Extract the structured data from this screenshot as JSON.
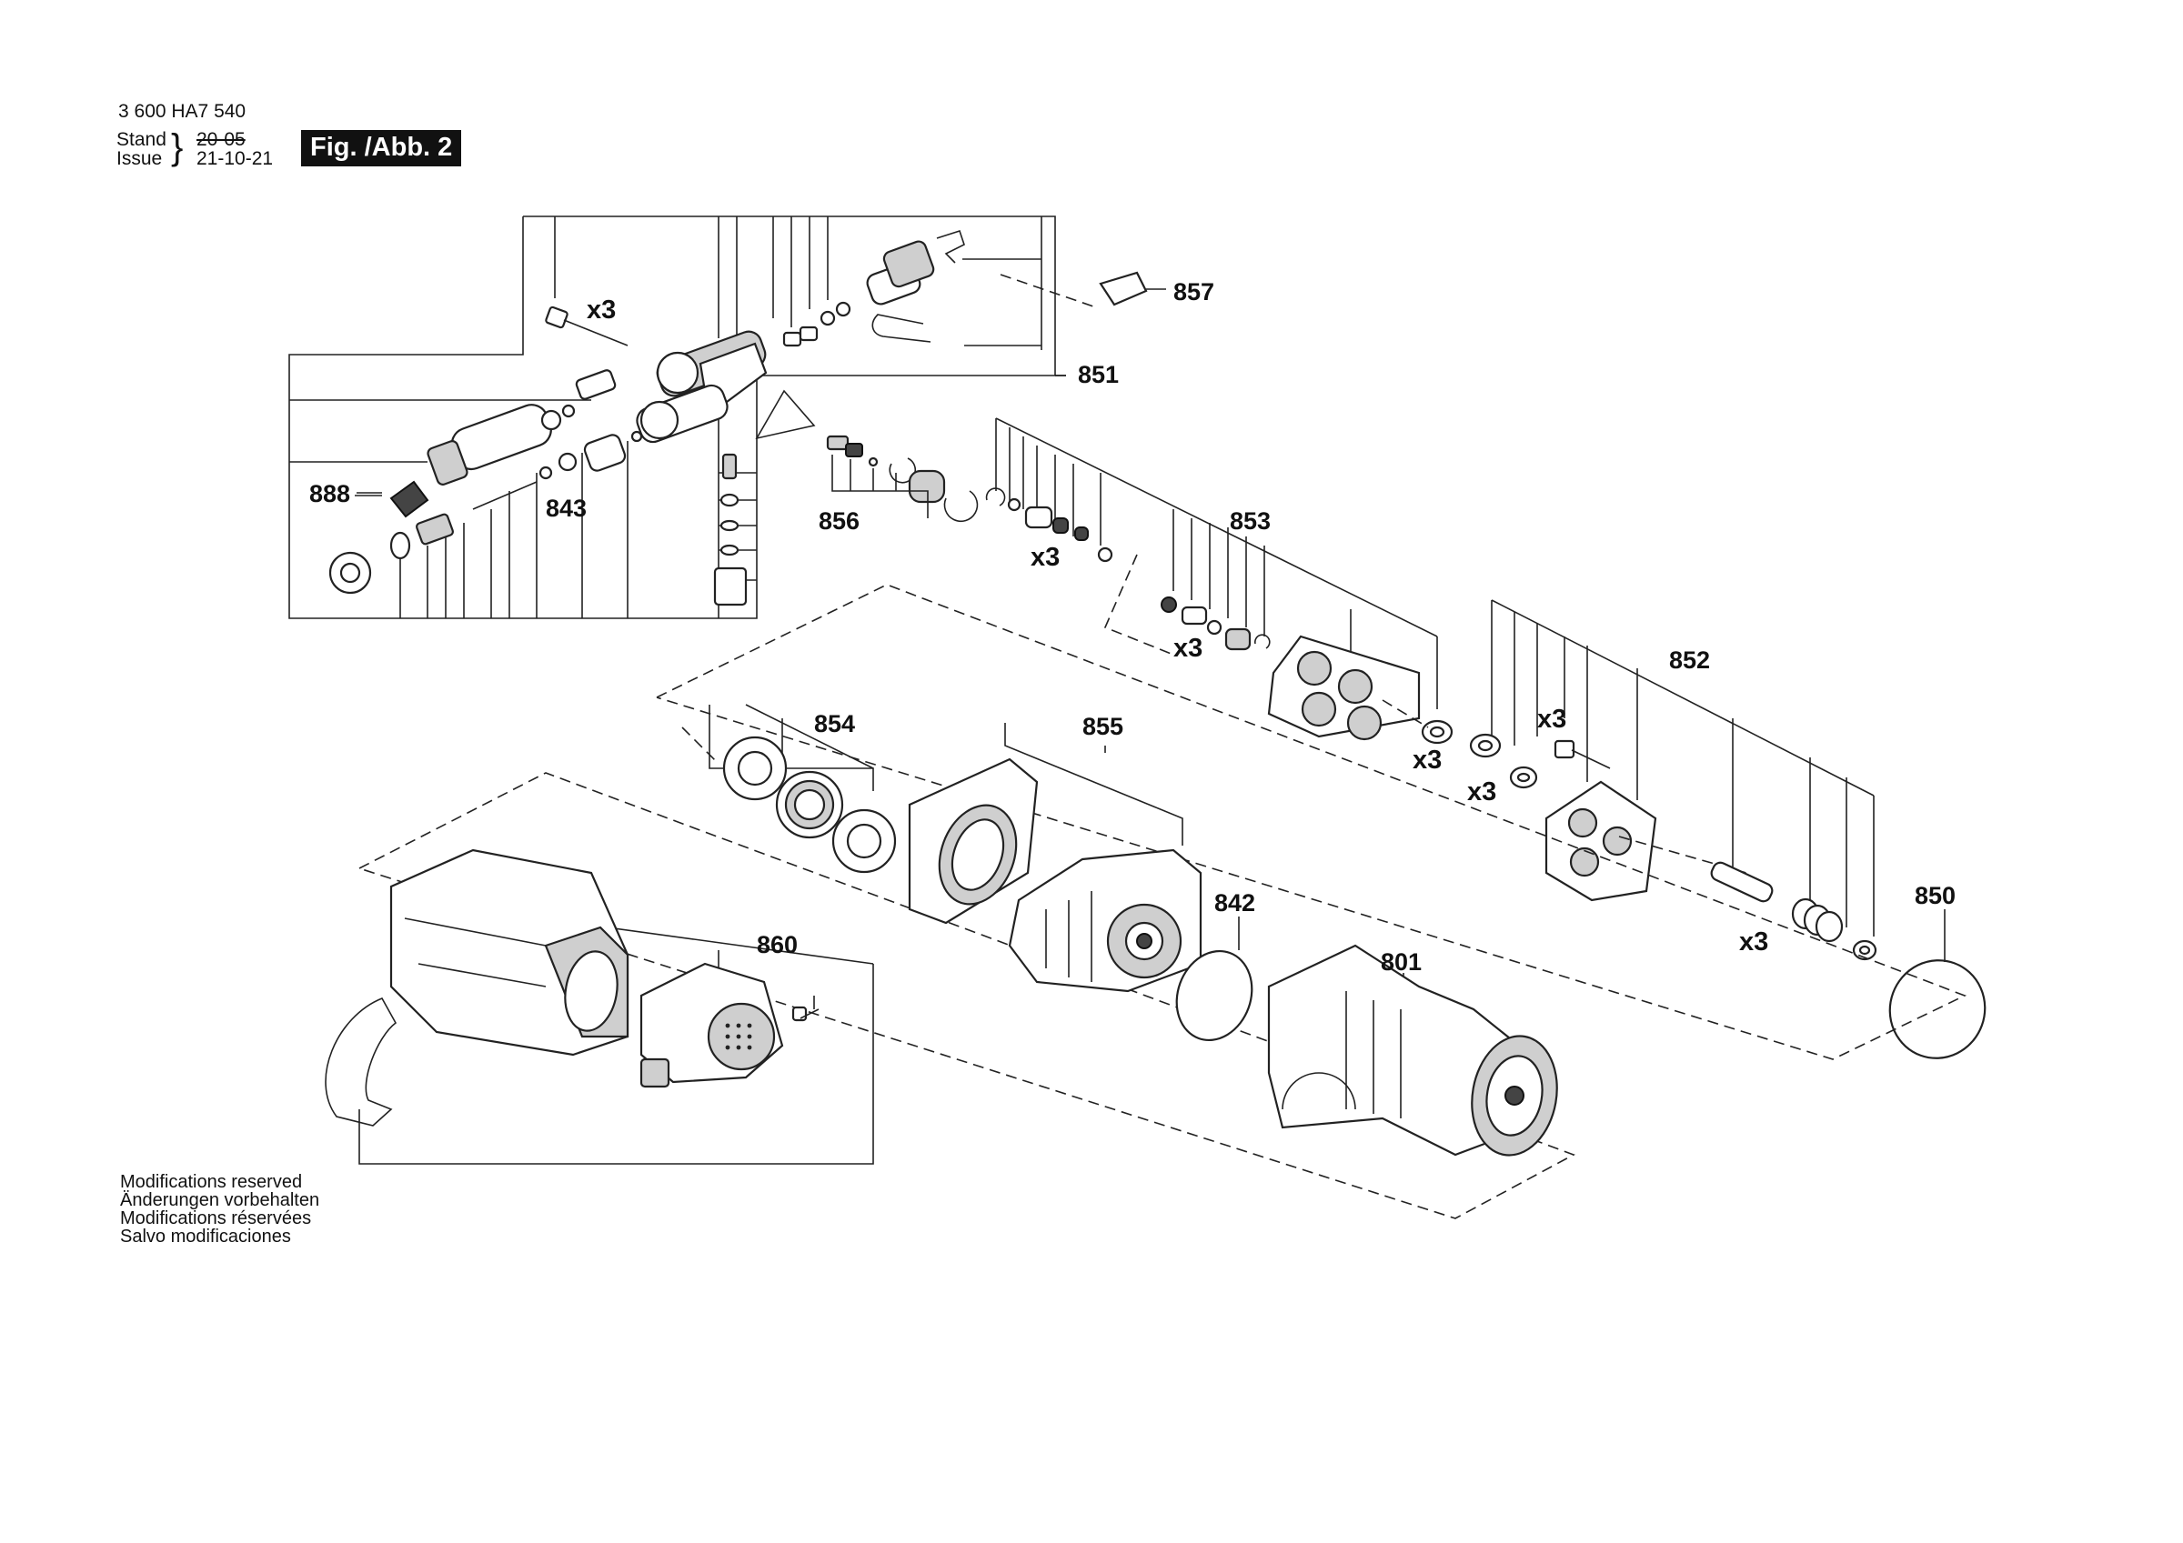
{
  "header": {
    "part_number": "3 600 HA7 540",
    "stand_label": "Stand",
    "issue_label": "Issue",
    "old_date": "20-05",
    "issue_date": "21-10-21",
    "figure_label": "Fig. /Abb. 2"
  },
  "callouts": {
    "c857": "857",
    "c851": "851",
    "c888": "888",
    "c843": "843",
    "c856": "856",
    "c853": "853",
    "c852": "852",
    "c854": "854",
    "c855": "855",
    "c860": "860",
    "c842": "842",
    "c801": "801",
    "c850": "850"
  },
  "quantity_marks": {
    "q1": "x3",
    "q2": "x3",
    "q3": "x3",
    "q4": "x3",
    "q5": "x3",
    "q6": "x3",
    "q7": "x3"
  },
  "notes": [
    "Modifications reserved",
    "Änderungen vorbehalten",
    "Modifications réservées",
    "Salvo modificaciones"
  ]
}
